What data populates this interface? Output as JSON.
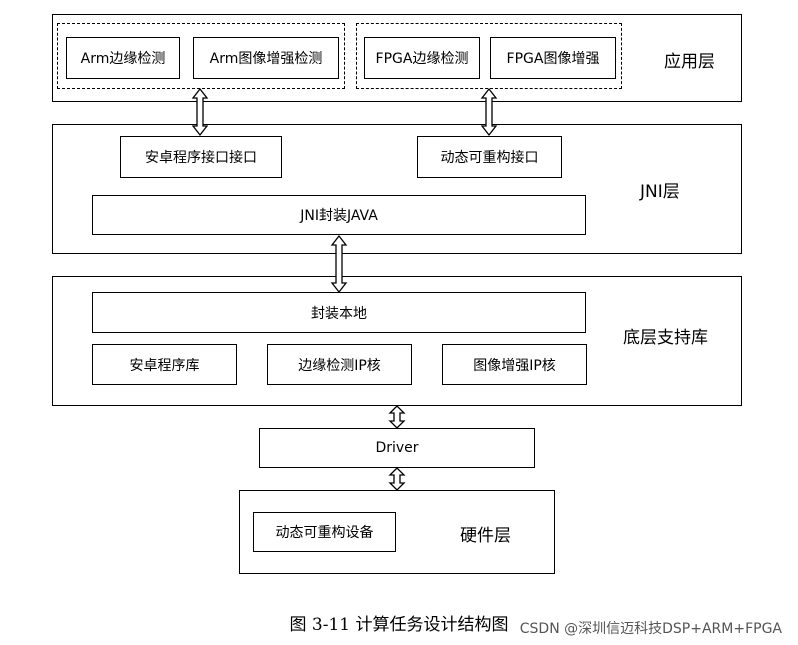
{
  "app_layer": {
    "label": "应用层",
    "arm_group": [
      "Arm边缘检测",
      "Arm图像增强检测"
    ],
    "fpga_group": [
      "FPGA边缘检测",
      "FPGA图像增强"
    ]
  },
  "jni_layer": {
    "label": "JNI层",
    "android_interface": "安卓程序接口接口",
    "reconfig_interface": "动态可重构接口",
    "jni_wrapper": "JNI封装JAVA"
  },
  "base_layer": {
    "label": "底层支持库",
    "native_wrapper": "封装本地",
    "android_lib": "安卓程序库",
    "edge_ip": "边缘检测IP核",
    "enhance_ip": "图像增强IP核"
  },
  "driver": {
    "label": "Driver"
  },
  "hardware_layer": {
    "label": "硬件层",
    "device": "动态可重构设备"
  },
  "caption": "图 3-11  计算任务设计结构图",
  "watermark": "CSDN @深圳信迈科技DSP+ARM+FPGA"
}
